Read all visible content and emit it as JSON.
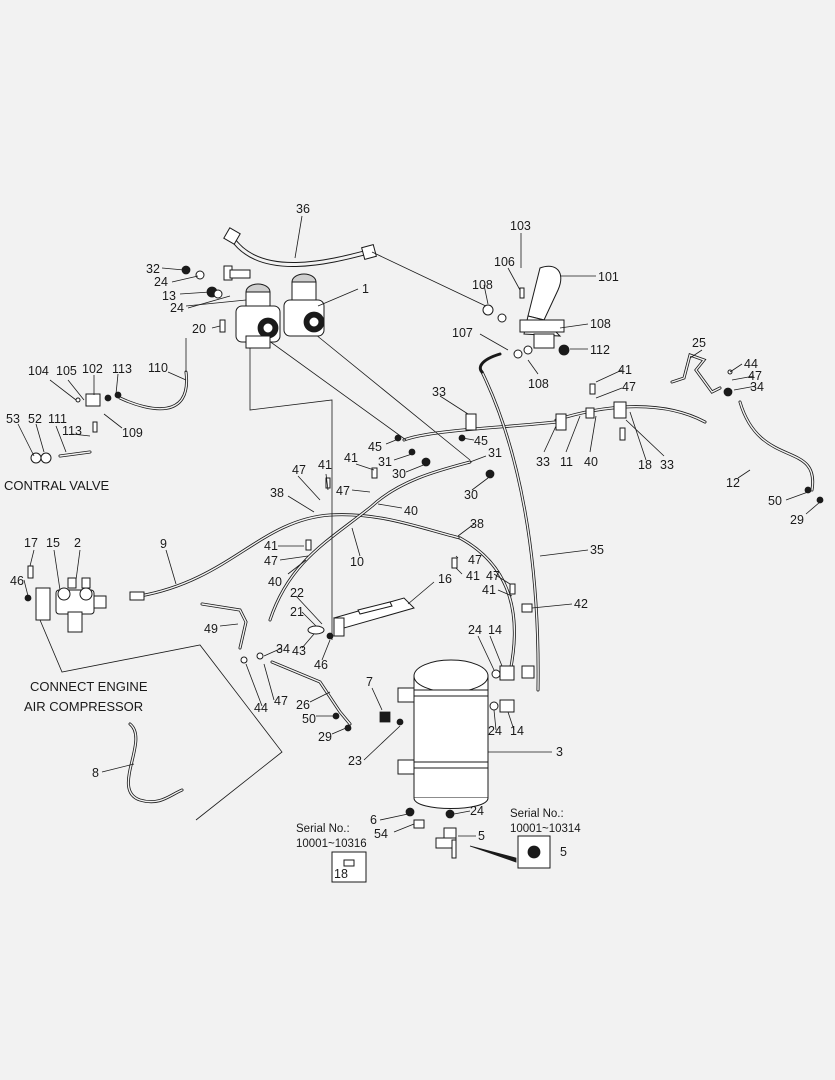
{
  "diagram": {
    "captions": {
      "contral_valve": "CONTRAL VALVE",
      "connect_line1": "CONNECT ENGINE",
      "connect_line2": "AIR COMPRESSOR",
      "serial_left_title": "Serial No.:",
      "serial_left_range": "10001~10316",
      "serial_right_title": "Serial No.:",
      "serial_right_range": "10001~10314"
    },
    "callouts": [
      "36",
      "103",
      "106",
      "101",
      "32",
      "24",
      "13",
      "24",
      "1",
      "20",
      "108",
      "108",
      "107",
      "108",
      "112",
      "25",
      "44",
      "47",
      "34",
      "41",
      "47",
      "104",
      "105",
      "102",
      "113",
      "110",
      "109",
      "53",
      "52",
      "111",
      "113",
      "33",
      "45",
      "45",
      "31",
      "30",
      "31",
      "30",
      "33",
      "11",
      "40",
      "18",
      "33",
      "12",
      "50",
      "29",
      "47",
      "41",
      "41",
      "47",
      "38",
      "40",
      "17",
      "15",
      "2",
      "9",
      "41",
      "47",
      "10",
      "38",
      "35",
      "47",
      "41",
      "47",
      "41",
      "46",
      "40",
      "16",
      "42",
      "22",
      "21",
      "43",
      "34",
      "49",
      "46",
      "24",
      "14",
      "7",
      "26",
      "50",
      "29",
      "47",
      "44",
      "23",
      "3",
      "24",
      "14",
      "6",
      "54",
      "24",
      "5",
      "18",
      "5",
      "8"
    ]
  }
}
